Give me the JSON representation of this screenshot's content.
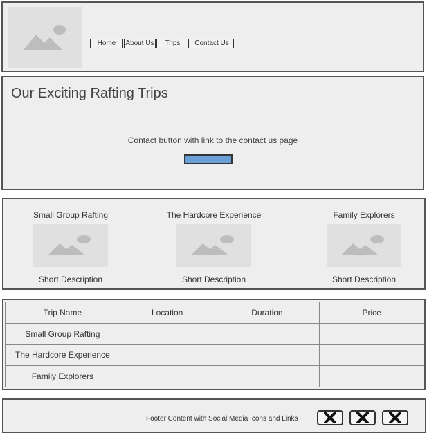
{
  "header": {
    "logo_icon": "image-placeholder-icon",
    "nav": [
      "Home",
      "About Us",
      "Trips",
      "Contact Us"
    ]
  },
  "hero": {
    "title": "Our Exciting Rafting Trips",
    "description": "Contact button with link to the contact us page",
    "button_color": "#6a9fd8"
  },
  "trips": [
    {
      "title": "Small Group Rafting",
      "description": "Short Description"
    },
    {
      "title": "The Hardcore Experience",
      "description": "Short Description"
    },
    {
      "title": "Family Explorers",
      "description": "Short Description"
    }
  ],
  "table": {
    "headers": [
      "Trip Name",
      "Location",
      "Duration",
      "Price"
    ],
    "rows": [
      [
        "Small Group Rafting",
        "",
        "",
        ""
      ],
      [
        "The Hardcore Experience",
        "",
        "",
        ""
      ],
      [
        "Family Explorers",
        "",
        "",
        ""
      ]
    ]
  },
  "footer": {
    "text": "Footer Content with Social Media Icons and Links",
    "social_icons": [
      "close-x-icon",
      "close-x-icon",
      "close-x-icon"
    ]
  }
}
